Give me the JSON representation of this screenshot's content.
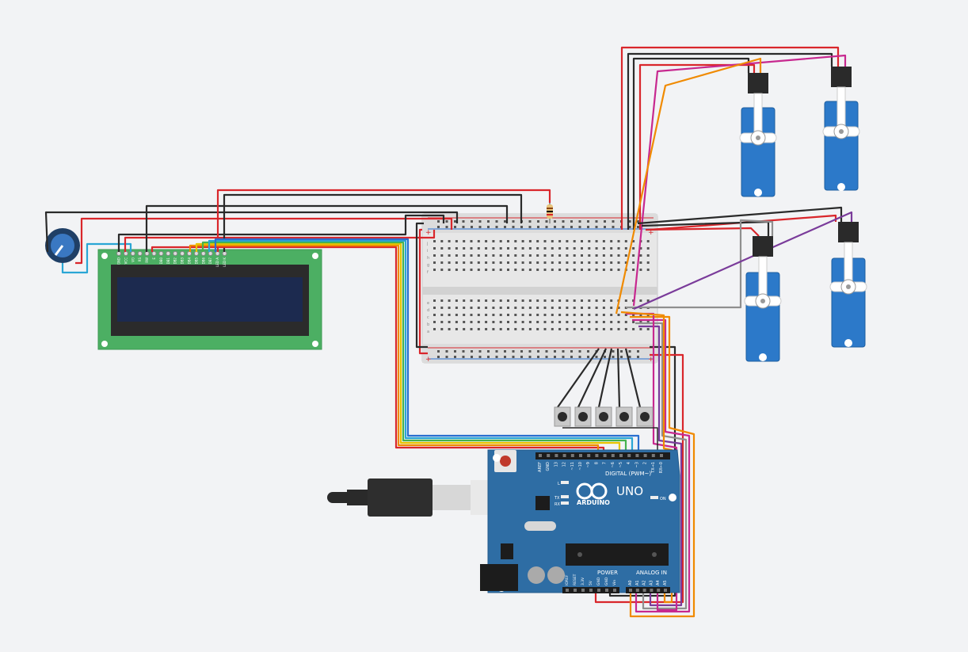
{
  "colors": {
    "background": "#f2f3f5",
    "arduino_board": "#2e6da4",
    "lcd_pcb": "#4caf63",
    "lcd_screen": "#1c2a4f",
    "servo_body": "#2c79c9",
    "breadboard": "#e6e6e6",
    "wire_red": "#d9262b",
    "wire_black": "#2a2a2a",
    "wire_orange": "#f08a00",
    "wire_magenta": "#c7288f",
    "wire_purple": "#7a3b9a",
    "wire_gray": "#8f8f8f"
  },
  "icons": {
    "usb_cable": "usb-cable-icon",
    "potentiometer": "potentiometer-icon",
    "resistor": "resistor-icon"
  },
  "lcd": {
    "pin_labels": [
      "GND",
      "VCC",
      "VO",
      "RS",
      "RW",
      "E",
      "DB0",
      "DB1",
      "DB2",
      "DB3",
      "DB4",
      "DB5",
      "DB6",
      "DB7",
      "LED A",
      "LED K"
    ]
  },
  "arduino": {
    "brand": "ARDUINO",
    "model": "UNO",
    "digital_label": "DIGITAL (PWM~)",
    "power_label": "POWER",
    "analog_label": "ANALOG IN",
    "on_label": "ON",
    "led_l": "L",
    "led_tx": "TX",
    "led_rx": "RX",
    "top_pins": [
      "AREF",
      "GND",
      "13",
      "12",
      "~11",
      "~10",
      "~9",
      "8",
      "7",
      "~6",
      "~5",
      "4",
      "~3",
      "2",
      "TX→1",
      "RX←0"
    ],
    "power_pins": [
      "IOREF",
      "RESET",
      "3.3V",
      "5V",
      "GND",
      "GND",
      "Vin"
    ],
    "analog_pins": [
      "A0",
      "A1",
      "A2",
      "A3",
      "A4",
      "A5"
    ]
  },
  "breadboard": {
    "row_letters_top": [
      "j",
      "i",
      "h",
      "g",
      "f"
    ],
    "row_letters_bottom": [
      "e",
      "d",
      "c",
      "b",
      "a"
    ],
    "plus": "+",
    "minus": "−"
  }
}
